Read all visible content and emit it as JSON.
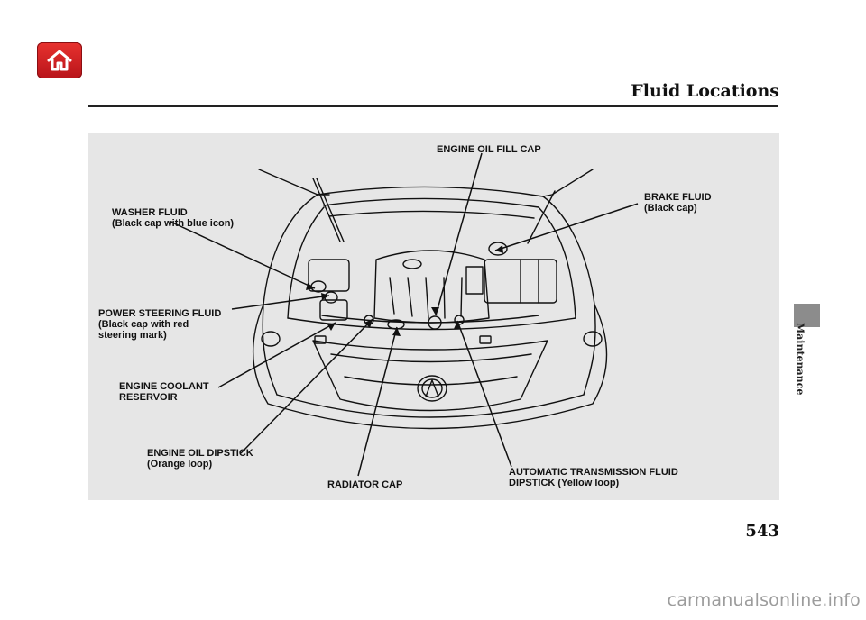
{
  "header": {
    "title": "Fluid Locations"
  },
  "sidebar": {
    "section": "Maintenance"
  },
  "labels": {
    "engine_oil_fill_cap": "ENGINE OIL FILL CAP",
    "washer_fluid": "WASHER FLUID\n(Black cap with blue icon)",
    "brake_fluid": "BRAKE FLUID\n(Black cap)",
    "power_steering": "POWER STEERING FLUID\n(Black cap with red\nsteering mark)",
    "engine_coolant": "ENGINE COOLANT\nRESERVOIR",
    "engine_oil_dipstick": "ENGINE OIL DIPSTICK\n(Orange loop)",
    "radiator_cap": "RADIATOR CAP",
    "atf_dipstick": "AUTOMATIC TRANSMISSION FLUID\nDIPSTICK (Yellow loop)"
  },
  "footer": {
    "page_number": "543",
    "watermark": "carmanualsonline.info"
  },
  "icons": {
    "home": "home-icon"
  },
  "colors": {
    "home_button": "#d0201f",
    "figure_bg": "#e6e6e6",
    "tab": "#8c8c8c"
  }
}
